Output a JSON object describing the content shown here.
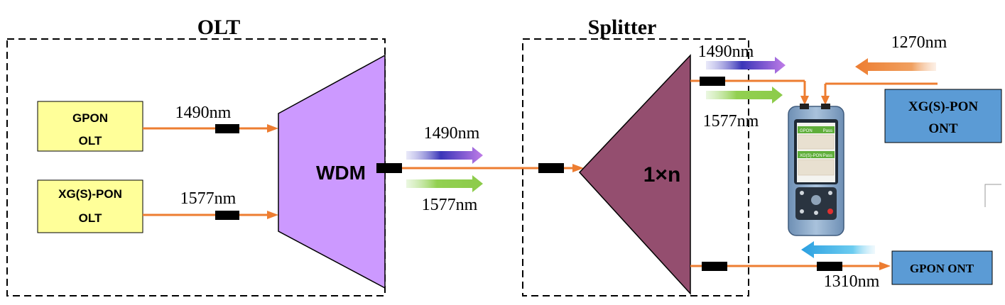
{
  "olt": {
    "title": "OLT"
  },
  "splitter": {
    "title": "Splitter",
    "ratio_label": "1×n"
  },
  "gpon_olt": {
    "line1": "GPON",
    "line2": "OLT"
  },
  "xgpon_olt": {
    "line1": "XG(S)-PON",
    "line2": "OLT"
  },
  "wdm": {
    "label": "WDM"
  },
  "xgpon_ont": {
    "line1": "XG(S)-PON",
    "line2": "ONT"
  },
  "gpon_ont": {
    "label": "GPON ONT"
  },
  "wavelengths": {
    "gpon_olt_link": "1490nm",
    "xgpon_olt_link": "1577nm",
    "trunk_down_1490": "1490nm",
    "trunk_down_1577": "1577nm",
    "drop_down_1490": "1490nm",
    "drop_down_1577": "1577nm",
    "xgpon_upstream": "1270nm",
    "gpon_upstream": "1310nm"
  },
  "meter": {
    "row1_title": "GPON",
    "row1_status": "Pass",
    "row2_title": "XG(S)-PON",
    "row2_status": "Pass"
  },
  "colors": {
    "fiber": "#ED7D31",
    "olt_box": "#FFFF99",
    "wdm": "#CC99FF",
    "splitter": "#944E6F",
    "ont_box": "#5B9BD5",
    "arrow_1490": "#5B4FD6",
    "arrow_1577": "#92D050",
    "arrow_1310": "#2BB0E8"
  }
}
